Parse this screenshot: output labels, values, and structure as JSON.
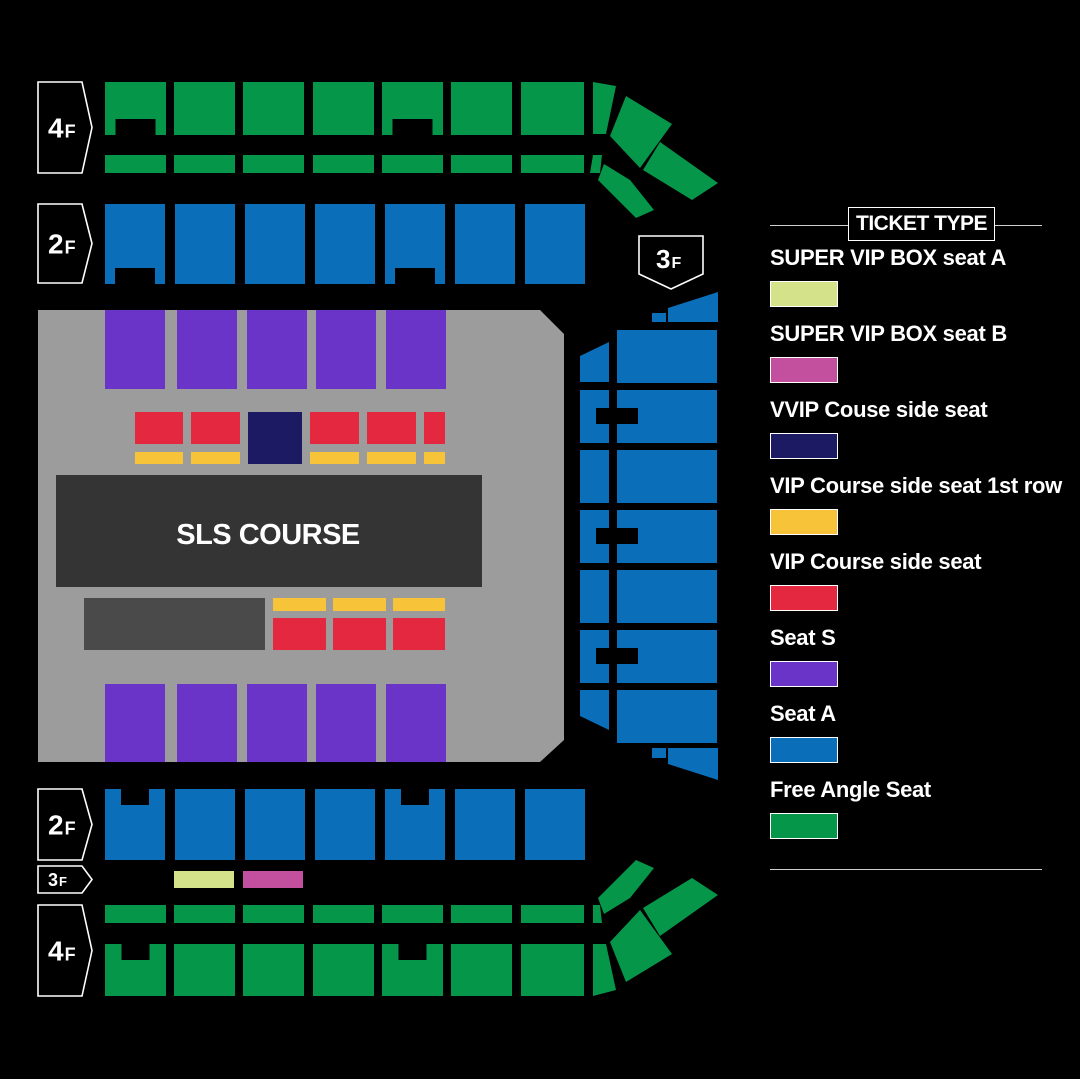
{
  "colors": {
    "super_vip_a": "#d4e38a",
    "super_vip_b": "#c34f9f",
    "vvip": "#1c1a63",
    "vip_first_row": "#f7c339",
    "vip": "#e4283f",
    "seat_s": "#6a34c9",
    "seat_a": "#0a6eb8",
    "free_angle": "#06964a",
    "arena": "#9c9c9c",
    "course": "#343434",
    "course_block": "#4a4a4a"
  },
  "floor_tags": {
    "f4_top": "4F",
    "f2_top": "2F",
    "f3_right": "3F",
    "f2_bottom": "2F",
    "f3_bottom": "3F",
    "f4_bottom": "4F"
  },
  "course": {
    "label": "SLS COURSE"
  },
  "legend": {
    "title": "TICKET TYPE",
    "items": [
      {
        "label": "SUPER VIP BOX seat A",
        "color": "#d4e38a"
      },
      {
        "label": "SUPER VIP BOX seat B",
        "color": "#c34f9f"
      },
      {
        "label": "VVIP Couse side seat",
        "color": "#1c1a63"
      },
      {
        "label": "VIP Course side seat 1st row",
        "color": "#f7c339"
      },
      {
        "label": "VIP Course side seat",
        "color": "#e4283f"
      },
      {
        "label": "Seat S",
        "color": "#6a34c9"
      },
      {
        "label": "Seat A",
        "color": "#0a6eb8"
      },
      {
        "label": "Free Angle Seat",
        "color": "#06964a"
      }
    ]
  }
}
